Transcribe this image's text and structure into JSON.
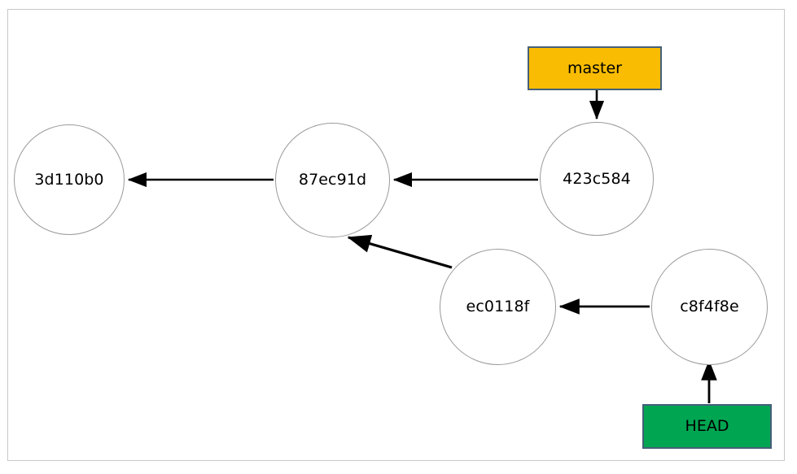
{
  "diagram": {
    "kind": "git-commit-graph",
    "background_color": "#ffffff",
    "frame_border_color": "#c9c9c9",
    "node_border_color": "#9a9a9a",
    "edge_color": "#000000",
    "ref_border_color": "#44607a"
  },
  "commits": [
    {
      "id": "3d110b0",
      "label": "3d110b0"
    },
    {
      "id": "87ec91d",
      "label": "87ec91d"
    },
    {
      "id": "423c584",
      "label": "423c584"
    },
    {
      "id": "ec0118f",
      "label": "ec0118f"
    },
    {
      "id": "c8f4f8e",
      "label": "c8f4f8e"
    }
  ],
  "refs": [
    {
      "id": "master",
      "label": "master",
      "fill_color": "#f9bc02",
      "border_color": "#44607a",
      "points_to": "423c584"
    },
    {
      "id": "head",
      "label": "HEAD",
      "fill_color": "#00a551",
      "border_color": "#44607a",
      "points_to": "c8f4f8e"
    }
  ],
  "edges": [
    {
      "from": "87ec91d",
      "to": "3d110b0",
      "kind": "parent"
    },
    {
      "from": "423c584",
      "to": "87ec91d",
      "kind": "parent"
    },
    {
      "from": "ec0118f",
      "to": "87ec91d",
      "kind": "parent"
    },
    {
      "from": "c8f4f8e",
      "to": "ec0118f",
      "kind": "parent"
    },
    {
      "from": "master",
      "to": "423c584",
      "kind": "ref"
    },
    {
      "from": "head",
      "to": "c8f4f8e",
      "kind": "ref"
    }
  ]
}
